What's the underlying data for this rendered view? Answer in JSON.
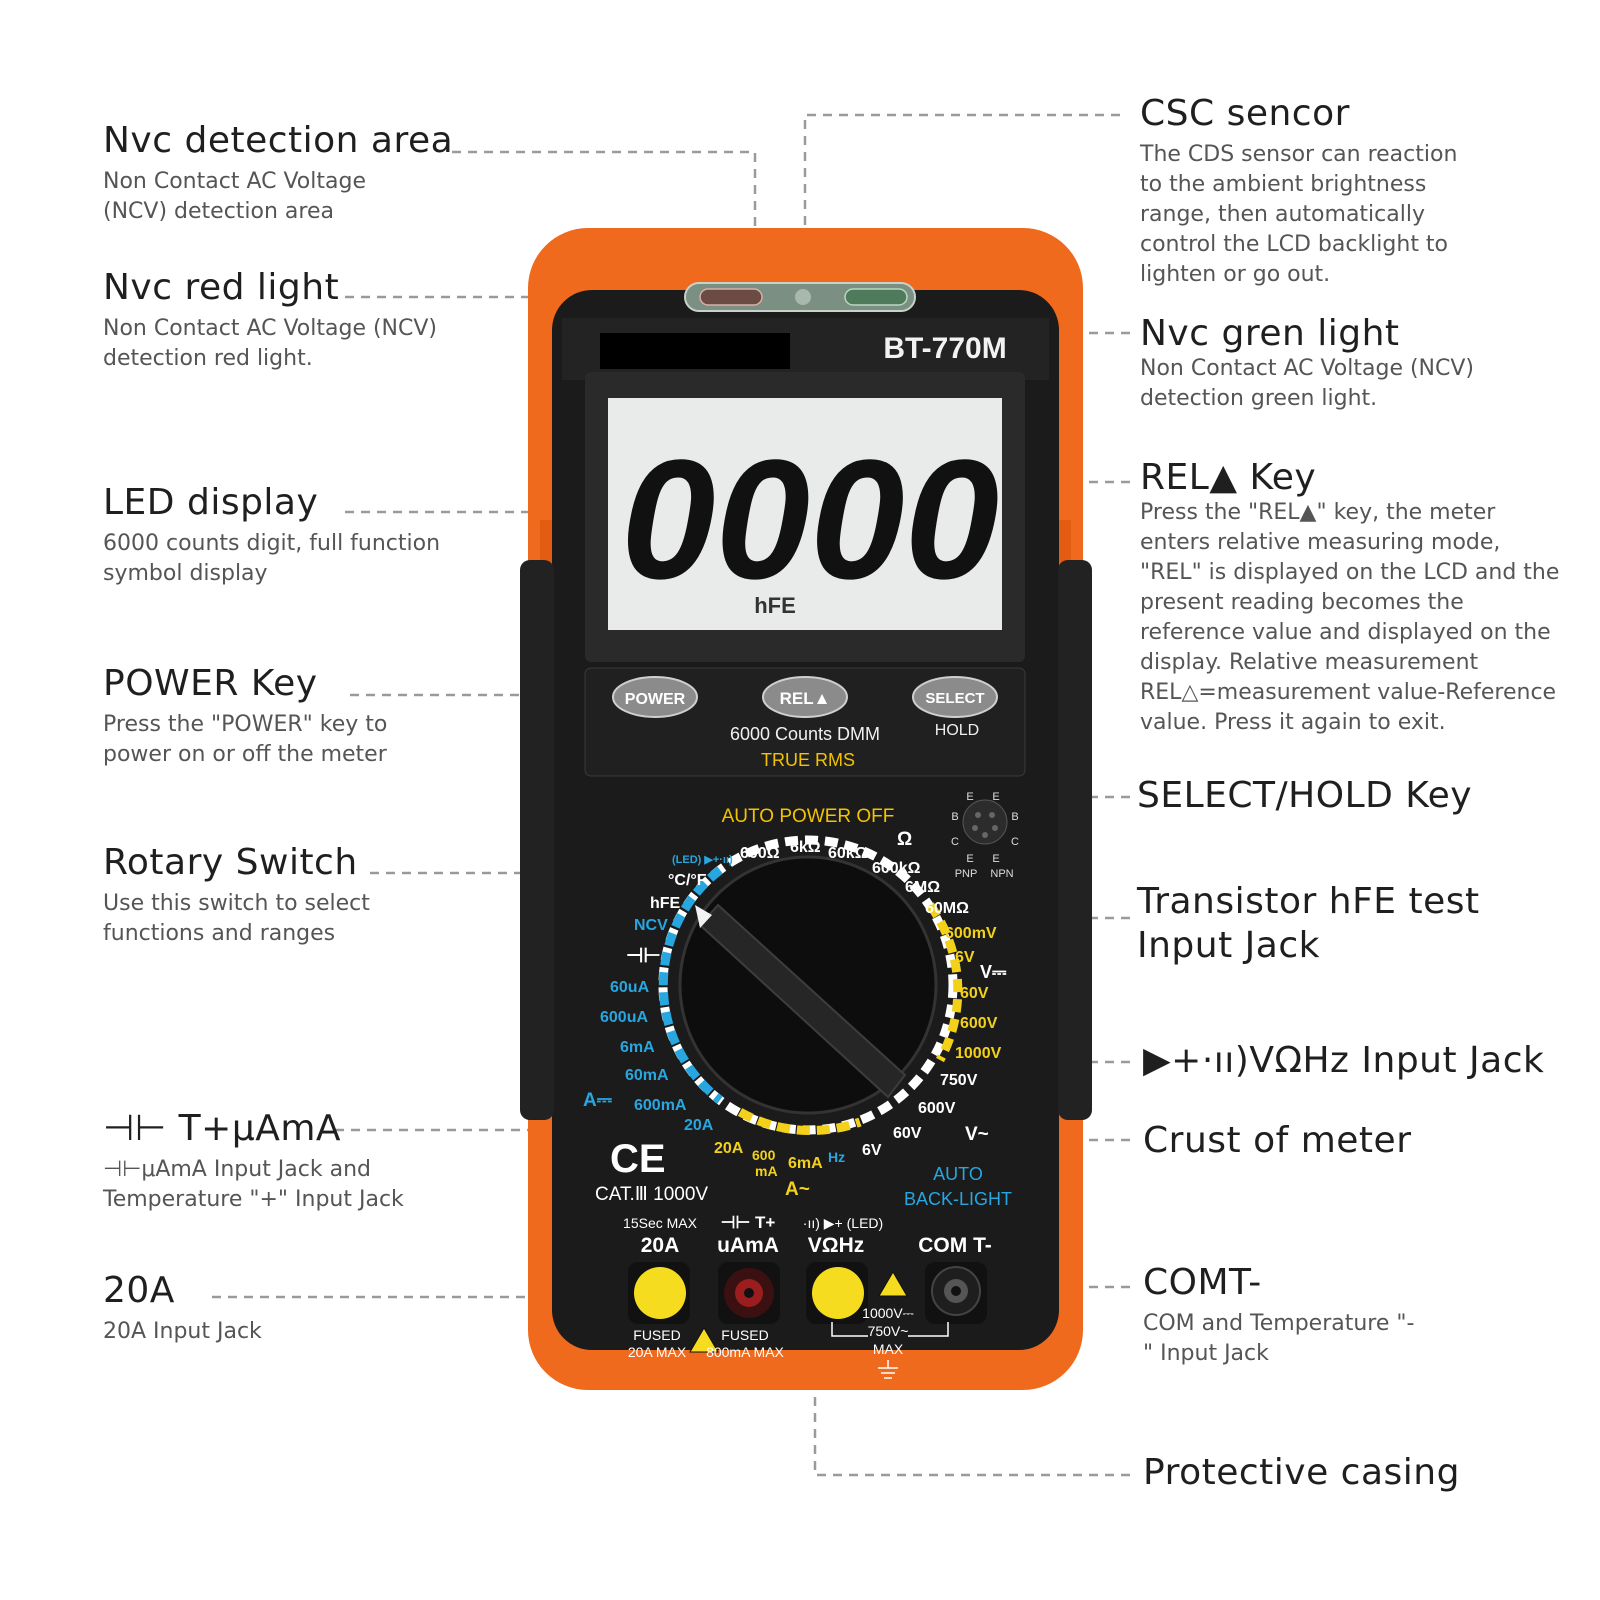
{
  "labels": {
    "nvc_area": {
      "title": "Nvc detection area",
      "desc": "Non Contact AC Voltage (NCV) detection area"
    },
    "nvc_red": {
      "title": "Nvc red light",
      "desc": "Non Contact AC Voltage (NCV) detection red light."
    },
    "led_display": {
      "title": "LED display",
      "desc": "6000 counts digit, full function symbol display"
    },
    "power_key": {
      "title": "POWER Key",
      "desc": "Press the \"POWER\" key to power on or off the meter"
    },
    "rotary": {
      "title": "Rotary Switch",
      "desc": "Use this switch to select functions and ranges"
    },
    "tuamA": {
      "title": "⊣⊢ T+μAmA",
      "desc": "⊣⊢μAmA Input Jack and Temperature \"+\" Input Jack"
    },
    "a20": {
      "title": "20A",
      "desc": "20A Input Jack"
    },
    "csc": {
      "title": "CSC sencor",
      "desc": "The CDS sensor can reaction to the ambient brightness range, then automatically control the LCD backlight to lighten or go out."
    },
    "nvc_green": {
      "title": "Nvc gren light",
      "desc": "Non Contact AC Voltage (NCV) detection green light."
    },
    "rel_key": {
      "title": "REL▲ Key",
      "desc": "Press the \"REL▲\" key, the meter enters relative measuring mode, \"REL\" is displayed on the LCD and the present reading becomes the reference value and displayed on the display. Relative measurement REL△=measurement value-Reference value. Press it again to exit."
    },
    "select_hold": {
      "title": "SELECT/HOLD Key"
    },
    "transistor": {
      "title": "Transistor hFE test Input Jack"
    },
    "vohz": {
      "title": "▶+·ıı)VΩHz Input Jack"
    },
    "crust": {
      "title": "Crust of meter"
    },
    "comt": {
      "title": "COMT-",
      "desc": "COM and Temperature \"-\" Input Jack"
    },
    "casing": {
      "title": "Protective casing"
    }
  },
  "meter": {
    "model": "BT-770M",
    "reading": "0000",
    "lcd_unit": "hFE",
    "buttons": {
      "power": "POWER",
      "rel": "REL▲",
      "select": "SELECT",
      "hold": "HOLD"
    },
    "counts": "6000 Counts DMM",
    "true_rms": "TRUE RMS",
    "auto_power_off": "AUTO POWER OFF",
    "ce": "CE",
    "cat": "CAT.Ⅲ 1000V",
    "auto_backlight_1": "AUTO",
    "auto_backlight_2": "BACK-LIGHT",
    "dial": {
      "ohm": "Ω",
      "r600": "600Ω",
      "r6k": "6kΩ",
      "r60k": "60kΩ",
      "r600k": "600kΩ",
      "r6m": "6MΩ",
      "r60m": "60MΩ",
      "v600m": "600mV",
      "v6": "6V",
      "v60": "60V",
      "v600": "600V",
      "v1000": "1000V",
      "vdc": "V⎓",
      "vac750": "750V",
      "vac600": "600V",
      "vac60": "60V",
      "vac6": "6V",
      "vac": "V~",
      "hz": "Hz",
      "ma6": "6mA",
      "ua600": "600",
      "ua600b": "mA",
      "a20": "20A",
      "aac": "A~",
      "a20b": "20A",
      "ma600": "600mA",
      "ma60": "60mA",
      "ma6b": "6mA",
      "ua600c": "600uA",
      "ua60": "60uA",
      "cap": "⊣⊢",
      "ncv": "NCV",
      "hfe": "hFE",
      "temp": "°C/°F",
      "led": "(LED) ▶+·ıı)",
      "adc": "A⎓"
    },
    "socket": {
      "b1": "B",
      "b2": "B",
      "e1": "E",
      "e2": "E",
      "c1": "C",
      "c2": "C",
      "e3": "E",
      "e4": "E",
      "pnp": "PNP",
      "npn": "NPN"
    },
    "jacks": {
      "j1_top": "15Sec MAX",
      "j1": "20A",
      "j1_bot1": "FUSED",
      "j1_bot2": "20A MAX",
      "j2_top": "⊣⊢ T+",
      "j2": "uAmA",
      "j2_bot1": "FUSED",
      "j2_bot2": "800mA MAX",
      "j3_top": "·ıı) ▶+ (LED)",
      "j3": "VΩHz",
      "j3_bot1": "1000V⎓",
      "j3_bot2": "750V~",
      "j3_bot3": "MAX",
      "j4": "COM T-"
    }
  }
}
